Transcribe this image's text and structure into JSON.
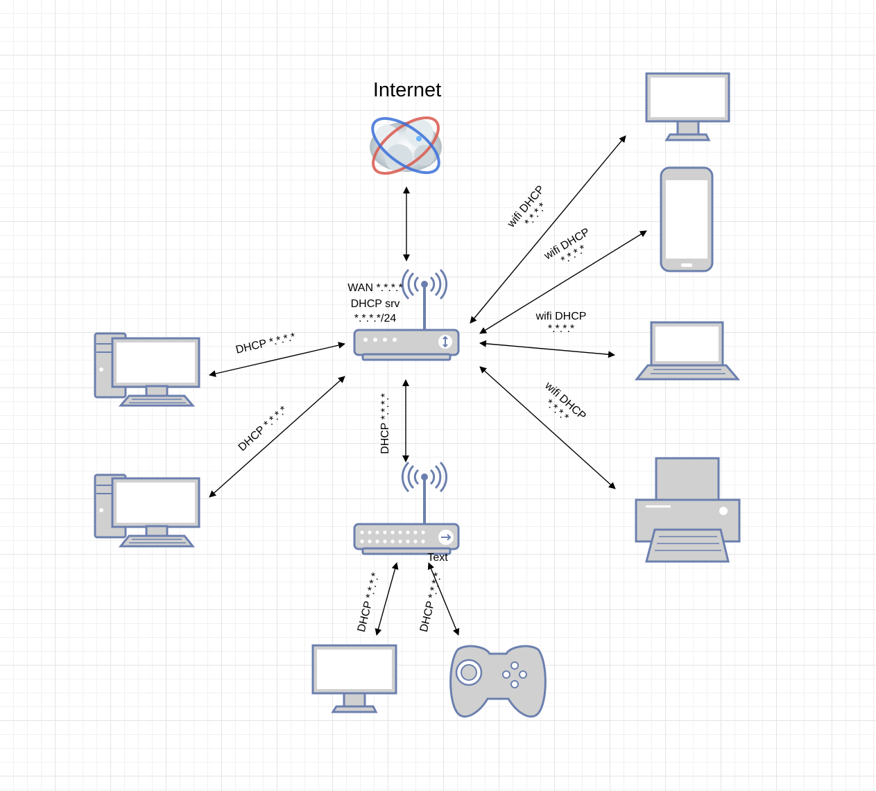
{
  "internet": {
    "label": "Internet"
  },
  "router": {
    "line1": "WAN *.*.*.*",
    "line2": "DHCP srv",
    "line3": "*.*.*.*/24"
  },
  "switch": {
    "label": "Text"
  },
  "links": {
    "pc1": "DHCP *.*.*.*",
    "pc2": "DHCP *.*.*.*",
    "switch_uplink": "DHCP *.*.*.*",
    "monitor_top": [
      "wifi DHCP",
      "*.*.*.*"
    ],
    "phone": [
      "wifi DHCP",
      "*.*.*.*"
    ],
    "laptop": [
      "wifi DHCP",
      "*.*.*.*"
    ],
    "printer": [
      "wifi DHCP",
      "*.*.*.*"
    ],
    "monitor_bottom": "DHCP *.*.*.*",
    "gamepad": "DHCP *.*.*.*"
  },
  "colors": {
    "device_stroke": "#6b7fae",
    "device_fill": "#d0d0d0",
    "connector": "#000000"
  }
}
